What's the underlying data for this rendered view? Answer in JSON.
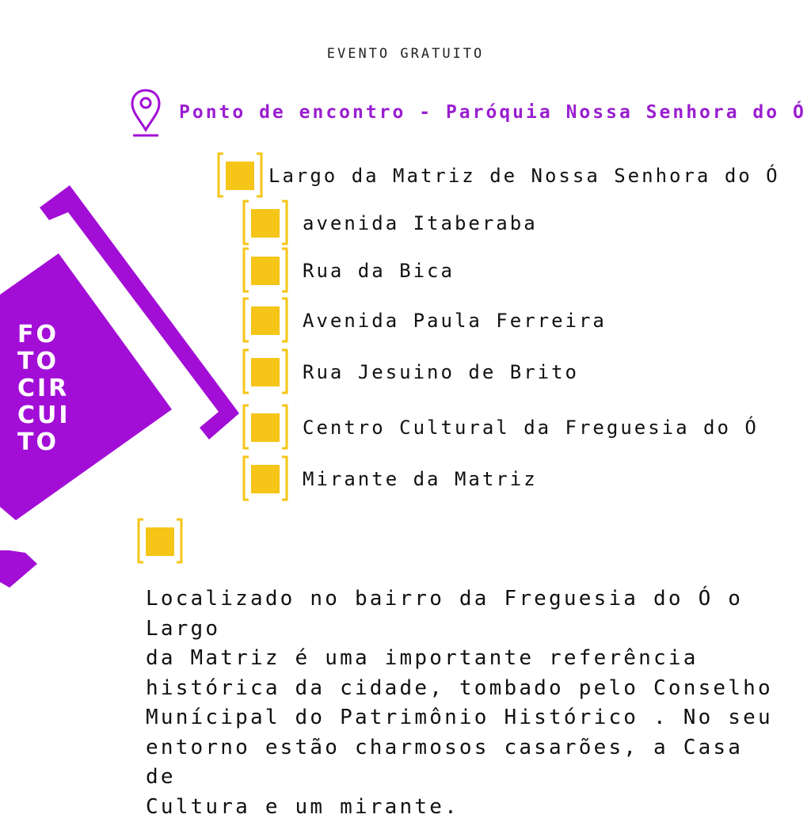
{
  "header": {
    "text": "EVENTO GRATUITO"
  },
  "meeting_point": {
    "text": "Ponto de encontro -  Paróquia Nossa Senhora do Ó",
    "icon": "location-pin-icon"
  },
  "route_stops": [
    {
      "label": "Largo da Matriz de  Nossa Senhora do Ó"
    },
    {
      "label": "avenida Itaberaba"
    },
    {
      "label": "Rua da Bica"
    },
    {
      "label": "Avenida Paula Ferreira"
    },
    {
      "label": "Rua Jesuino de Brito"
    },
    {
      "label": "Centro Cultural da Freguesia do Ó"
    },
    {
      "label": "Mirante da Matriz"
    }
  ],
  "event_title": {
    "lines": [
      "FO",
      "TO",
      "CIR",
      "CUI",
      "TO"
    ]
  },
  "description": "Localizado no bairro da Freguesia do Ó o Largo\nda Matriz  é uma importante referência\nhistórica da cidade, tombado pelo Conselho\nMunícipal do Patrimônio Histórico . No seu\nentorno estão charmosos casarões, a Casa de\nCultura e  um mirante.",
  "colors": {
    "purple": "#a20ed6",
    "gold": "#f5c518",
    "text": "#111111"
  }
}
